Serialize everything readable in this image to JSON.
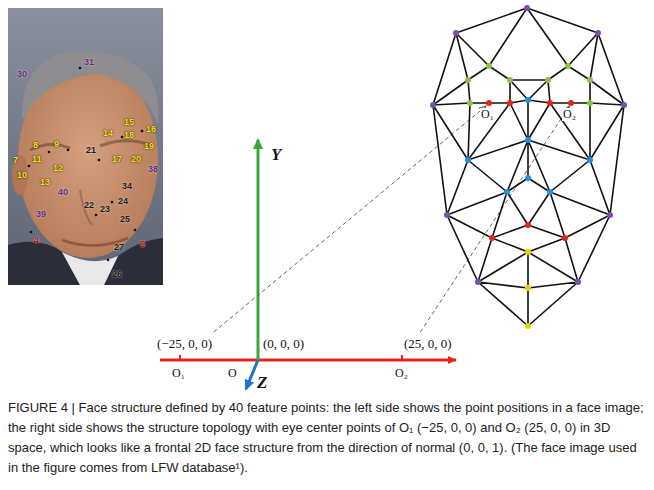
{
  "diagram": {
    "caption": "FIGURE 4 | Face structure defined by 40 feature points: the left side shows the point positions in a face image; the right side shows the structure topology with eye center points of O₁ (−25, 0, 0) and O₂ (25, 0, 0) in 3D space, which looks like a frontal 2D face structure from the direction of normal (0, 0, 1). (The face image used in the figure comes from LFW database¹).",
    "labels": [
      "Y",
      "Z",
      "(−25, 0, 0)",
      "(0, 0, 0)",
      "(25, 0, 0)",
      "O₁",
      "O",
      "O₂",
      "O₁",
      "O₂",
      "30",
      "31",
      "14",
      "15",
      "16",
      "18",
      "19",
      "20",
      "17",
      "7",
      "8",
      "9",
      "11",
      "12",
      "10",
      "13",
      "21",
      "38",
      "40",
      "34",
      "24",
      "23",
      "22",
      "39",
      "25",
      "5",
      "4",
      "27",
      "26"
    ]
  }
}
